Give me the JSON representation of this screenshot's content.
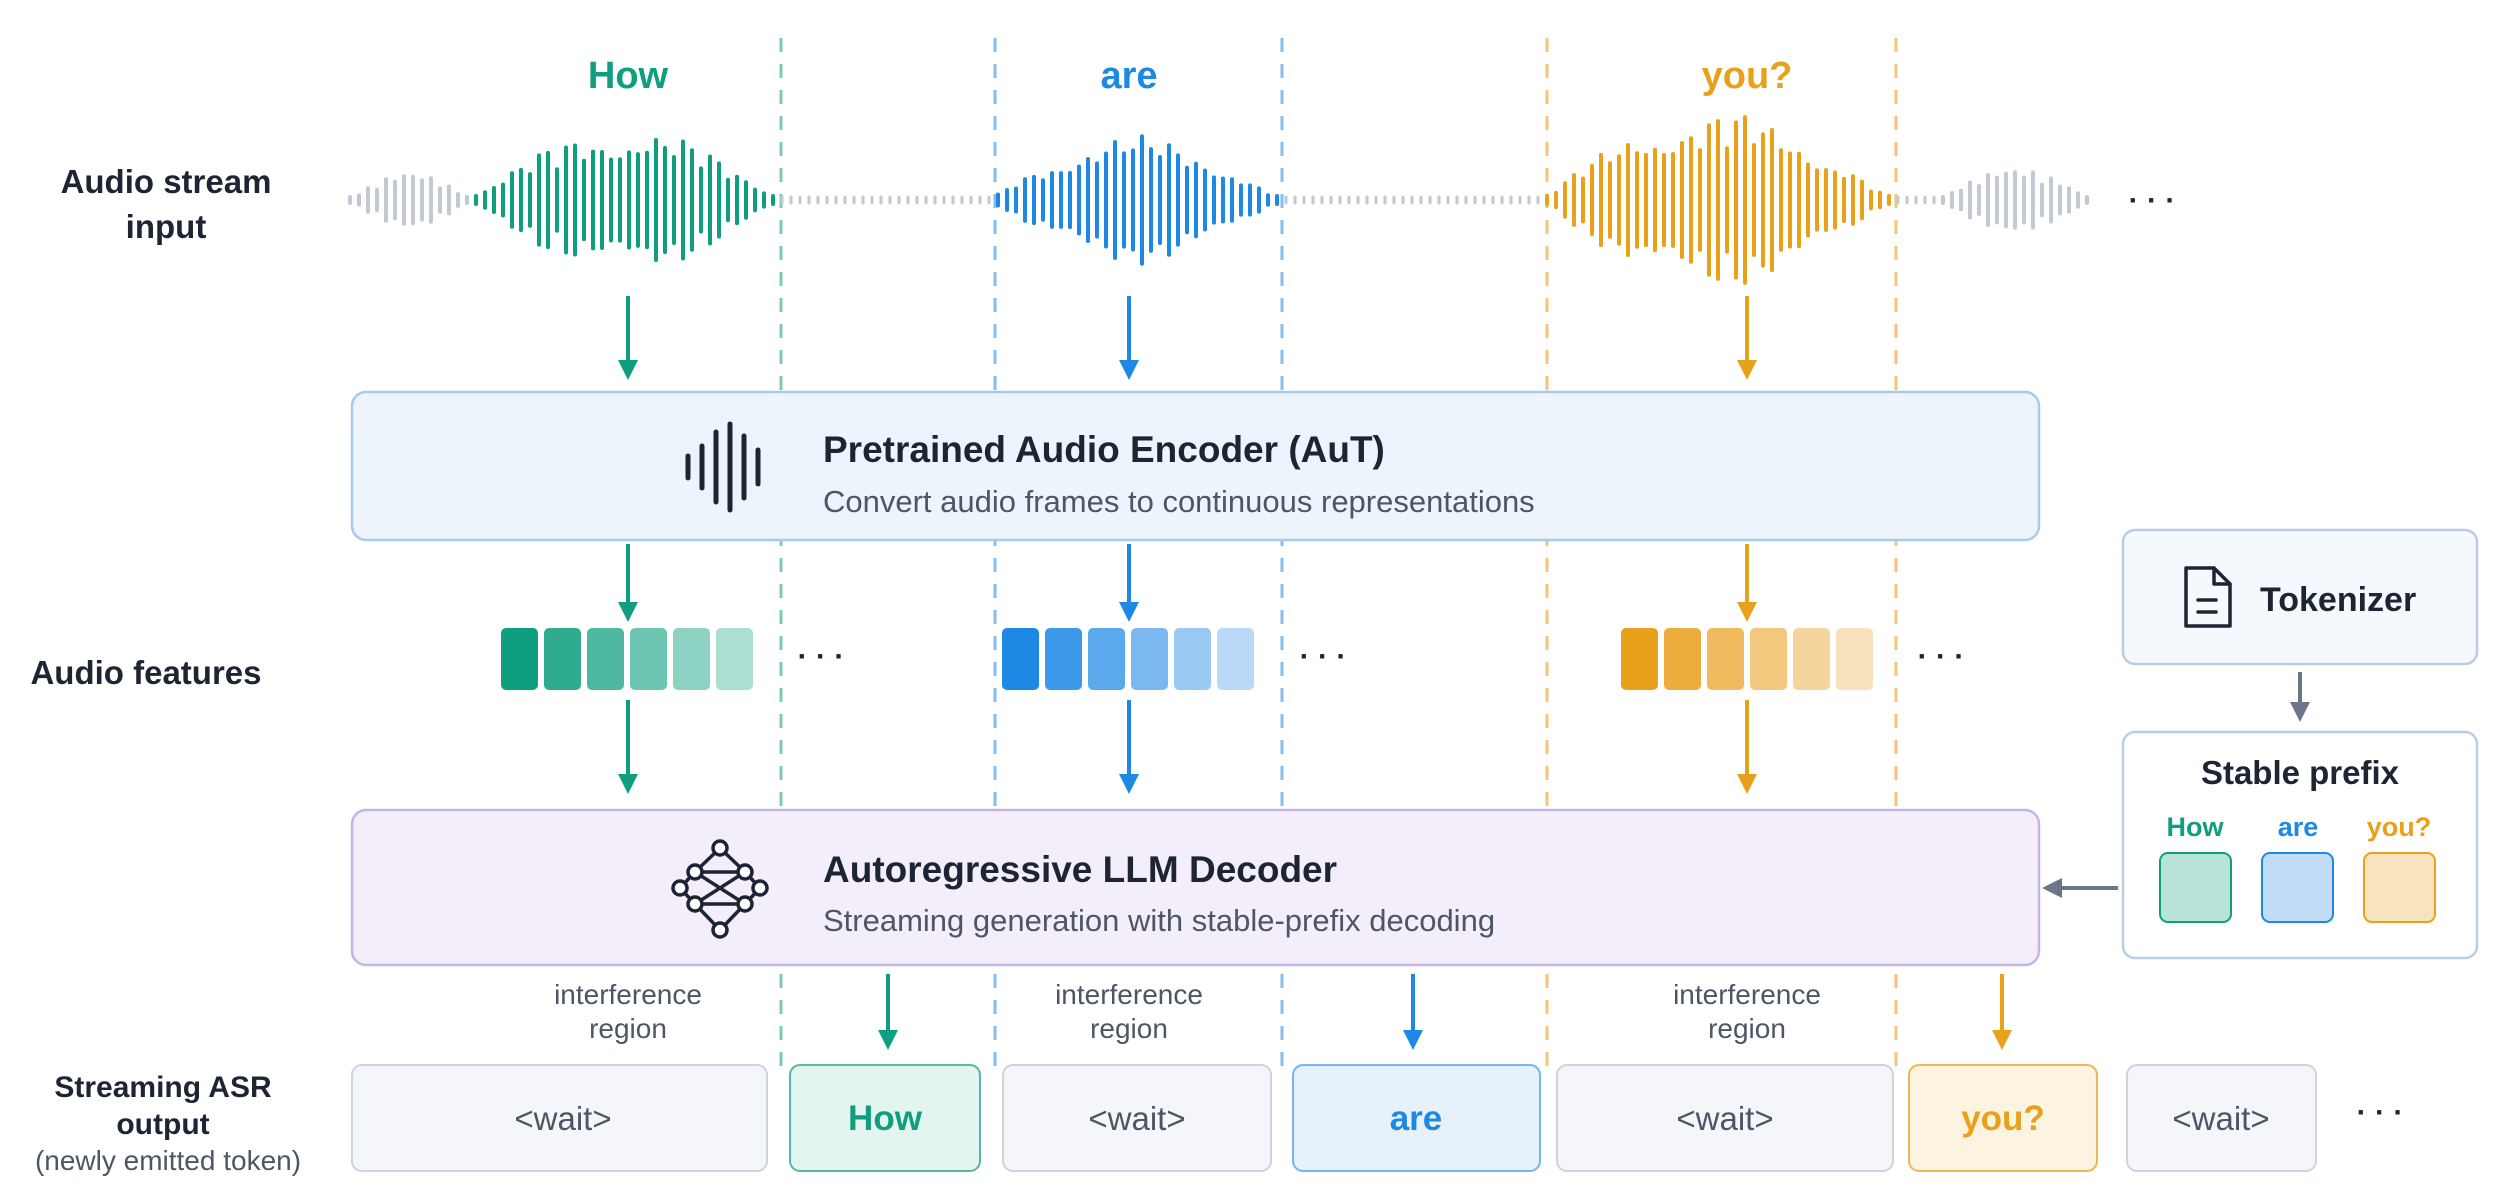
{
  "colors": {
    "green": "#0f9e7f",
    "blue": "#1e88e5",
    "orange": "#e9a01b",
    "gray_wave": "#c2c9d3",
    "gray_arrow": "#6b7688",
    "label": "#1d2433",
    "muted": "#4c5666",
    "encoder_fill": "#edf4fc",
    "encoder_stroke": "#a8cbe8",
    "decoder_fill": "#f3eefa",
    "decoder_stroke": "#c6b5e2",
    "panel_fill": "#f5f8fc",
    "panel_stroke": "#b9cde3",
    "wait_fill": "#f4f6f9",
    "wait_stroke": "#cdd4de"
  },
  "words": [
    {
      "text": "How",
      "color": "green"
    },
    {
      "text": "are",
      "color": "blue"
    },
    {
      "text": "you?",
      "color": "orange"
    }
  ],
  "ellipsis": "· · ·",
  "row_labels": {
    "audio_input": [
      "Audio stream",
      "input"
    ],
    "audio_features": "Audio features",
    "asr_output": [
      "Streaming ASR",
      "output"
    ],
    "asr_output_note": "(newly emitted token)"
  },
  "encoder": {
    "title": "Pretrained Audio Encoder (AuT)",
    "subtitle": "Convert audio frames to continuous representations",
    "icon": "waveform-icon"
  },
  "decoder": {
    "title": "Autoregressive LLM Decoder",
    "subtitle": "Streaming generation with stable-prefix decoding",
    "icon": "neural-network-icon"
  },
  "tokenizer": {
    "label": "Tokenizer",
    "icon": "document-icon"
  },
  "stable_prefix": {
    "title": "Stable prefix",
    "tokens": [
      {
        "text": "How",
        "color": "green"
      },
      {
        "text": "are",
        "color": "blue"
      },
      {
        "text": "you?",
        "color": "orange"
      }
    ]
  },
  "interference_label": [
    "interference",
    "region"
  ],
  "output_tokens": [
    {
      "text": "<wait>",
      "kind": "wait"
    },
    {
      "text": "How",
      "kind": "word",
      "color": "green"
    },
    {
      "text": "<wait>",
      "kind": "wait"
    },
    {
      "text": "are",
      "kind": "word",
      "color": "blue"
    },
    {
      "text": "<wait>",
      "kind": "wait"
    },
    {
      "text": "you?",
      "kind": "word",
      "color": "orange"
    },
    {
      "text": "<wait>",
      "kind": "wait"
    }
  ]
}
